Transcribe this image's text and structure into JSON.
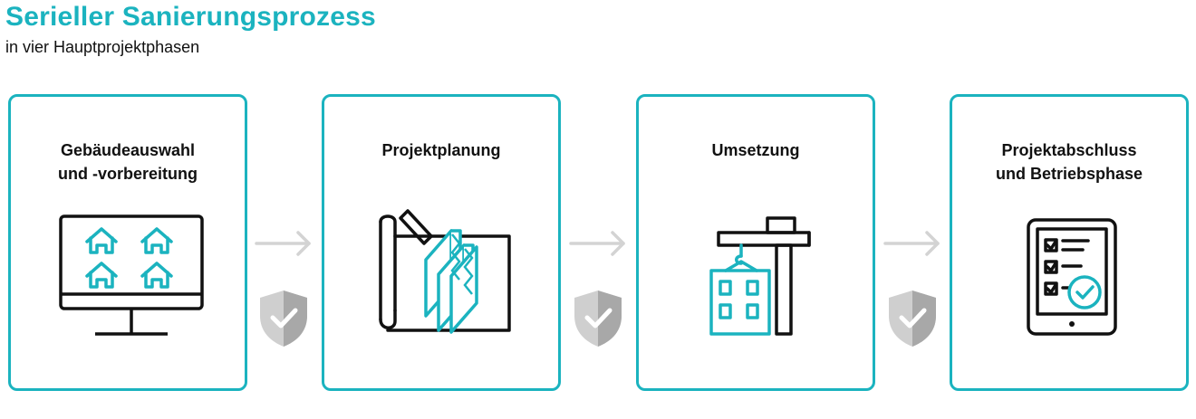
{
  "header": {
    "title": "Serieller Sanierungsprozess",
    "subtitle": "in vier Hauptprojektphasen"
  },
  "colors": {
    "accent": "#1bb3bf",
    "stroke": "#111111",
    "arrow": "#d3d3d3",
    "shield_light": "#cfcfcf",
    "shield_dark": "#a8a8a8"
  },
  "phases": [
    {
      "label": "Gebäudeauswahl\nund -vorbereitung",
      "icon": "monitor-houses-icon"
    },
    {
      "label": "Projektplanung",
      "icon": "blueprint-modules-icon"
    },
    {
      "label": "Umsetzung",
      "icon": "crane-building-icon"
    },
    {
      "label": "Projektabschluss\nund Betriebsphase",
      "icon": "tablet-checklist-icon"
    }
  ],
  "connectors": [
    {
      "icon": "arrow-right-icon",
      "badge": "shield-check-icon"
    },
    {
      "icon": "arrow-right-icon",
      "badge": "shield-check-icon"
    },
    {
      "icon": "arrow-right-icon",
      "badge": "shield-check-icon"
    }
  ]
}
